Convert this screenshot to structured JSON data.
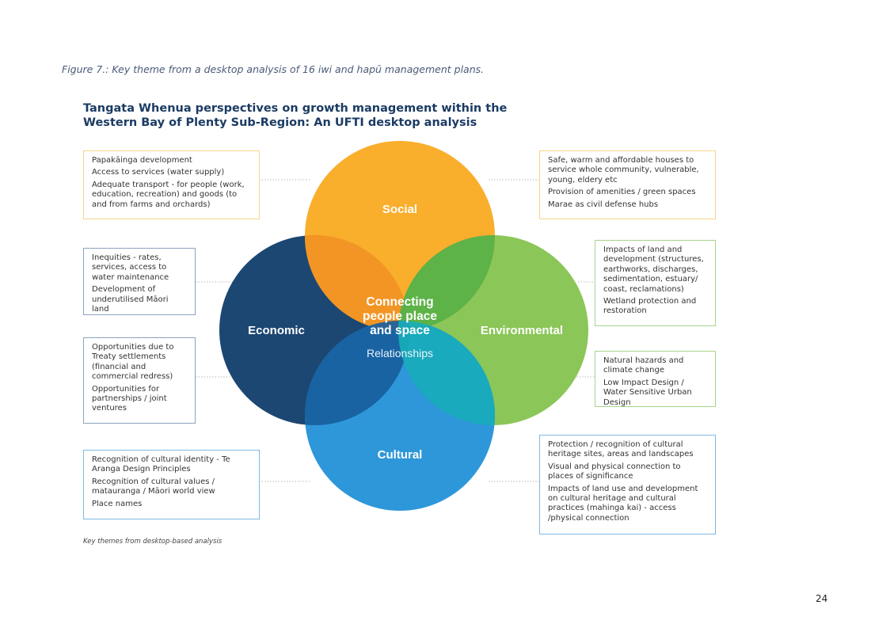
{
  "caption": "Figure 7.: Key theme from a desktop analysis of 16 iwi and hapū management plans.",
  "title": "Tangata Whenua perspectives on growth management within the Western Bay of Plenty Sub-Region: An UFTI desktop analysis",
  "colors": {
    "social": "#f9a81c",
    "economic": "#1c4772",
    "environmental": "#8bc658",
    "cultural": "#1c8ed6",
    "connector": "#b8b8b8"
  },
  "venn": {
    "social_label": "Social",
    "economic_label": "Economic",
    "environmental_label": "Environmental",
    "cultural_label": "Cultural",
    "center_line1": "Connecting",
    "center_line2": "people place",
    "center_line3": "and space",
    "center_sub": "Relationships"
  },
  "boxes": {
    "left1": [
      "Papakāinga development",
      "Access to services (water supply)",
      "Adequate transport - for people (work, education, recreation) and goods (to and from farms and orchards)"
    ],
    "left2": [
      "Inequities - rates, services, access to water maintenance",
      "Development of underutilised Māori land"
    ],
    "left3": [
      "Opportunities due to Treaty settlements (financial and commercial redress)",
      "Opportunities for partnerships / joint ventures"
    ],
    "left4": [
      "Recognition of cultural identity - Te Aranga Design Principles",
      "Recognition of cultural values / matauranga / Māori world view",
      "Place names"
    ],
    "right1": [
      "Safe, warm and affordable houses to service whole community, vulnerable, young, eldery etc",
      "Provision of amenities / green spaces",
      "Marae as civil defense hubs"
    ],
    "right2": [
      "Impacts of land and development (structures, earthworks, discharges, sedimentation, estuary/ coast, reclamations)",
      "Wetland protection and restoration"
    ],
    "right3": [
      "Natural hazards and climate change",
      "Low Impact Design / Water Sensitive Urban Design"
    ],
    "right4": [
      "Protection / recognition of cultural heritage sites, areas and landscapes",
      "Visual and physical connection to places of significance",
      "Impacts of land use and development on cultural heritage and cultural practices (mahinga kai) - access /physical connection"
    ]
  },
  "footnote": "Key themes from desktop-based analysis",
  "page_number": "24"
}
